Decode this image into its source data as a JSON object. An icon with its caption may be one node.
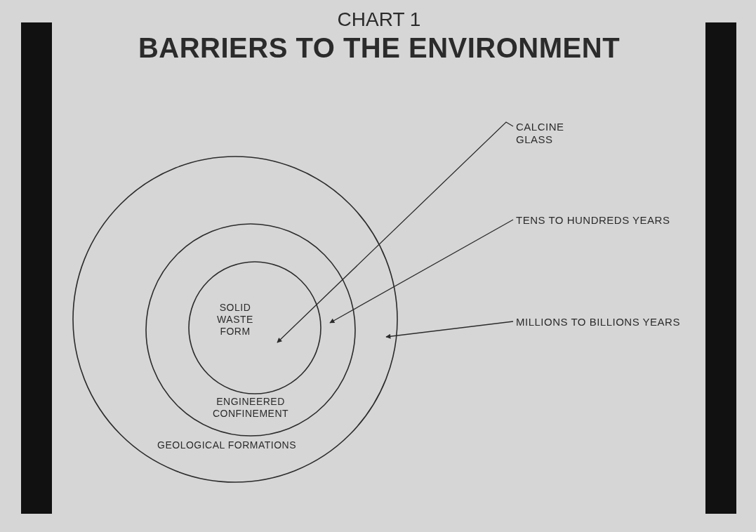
{
  "diagram": {
    "title": "BARRIERS TO THE ENVIRONMENT",
    "nodes": [
      {
        "text": [
          "GEOLOGICAL FORMATIONS"
        ]
      },
      {
        "text": [
          "ENGINEERED CONFINEMENT"
        ],
        "in": 0
      },
      {
        "text": [
          "SOLID WASTE FORM"
        ],
        "in": 1
      },
      {
        "text": [
          "CALCINE GLASS"
        ]
      },
      {
        "text": [
          "TENS TO HUNDREDS YEARS"
        ]
      },
      {
        "text": [
          "MILLIONS TO BILLIONS YEARS"
        ]
      }
    ],
    "edges": [
      {
        "from": 3,
        "to": 2,
        "arrow": "to"
      },
      {
        "from": 4,
        "to": 1,
        "arrow": "to"
      },
      {
        "from": 5,
        "to": 0,
        "arrow": "to"
      }
    ],
    "labels": [
      "CHART 1"
    ]
  }
}
